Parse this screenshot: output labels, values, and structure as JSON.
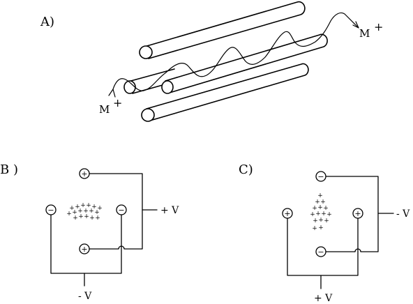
{
  "panel_a": {
    "label": "A)",
    "ion_in": "M",
    "ion_out": "M",
    "ion_charge": "+"
  },
  "panel_b": {
    "label": "B )",
    "side_voltage": "+ V",
    "bottom_voltage": "- V"
  },
  "panel_c": {
    "label": "C)",
    "side_voltage": "- V",
    "bottom_voltage": "+ V"
  },
  "symbols": {
    "plus": "+",
    "minus": "−"
  },
  "colors": {
    "ink": "#000000",
    "paper": "#ffffff"
  }
}
